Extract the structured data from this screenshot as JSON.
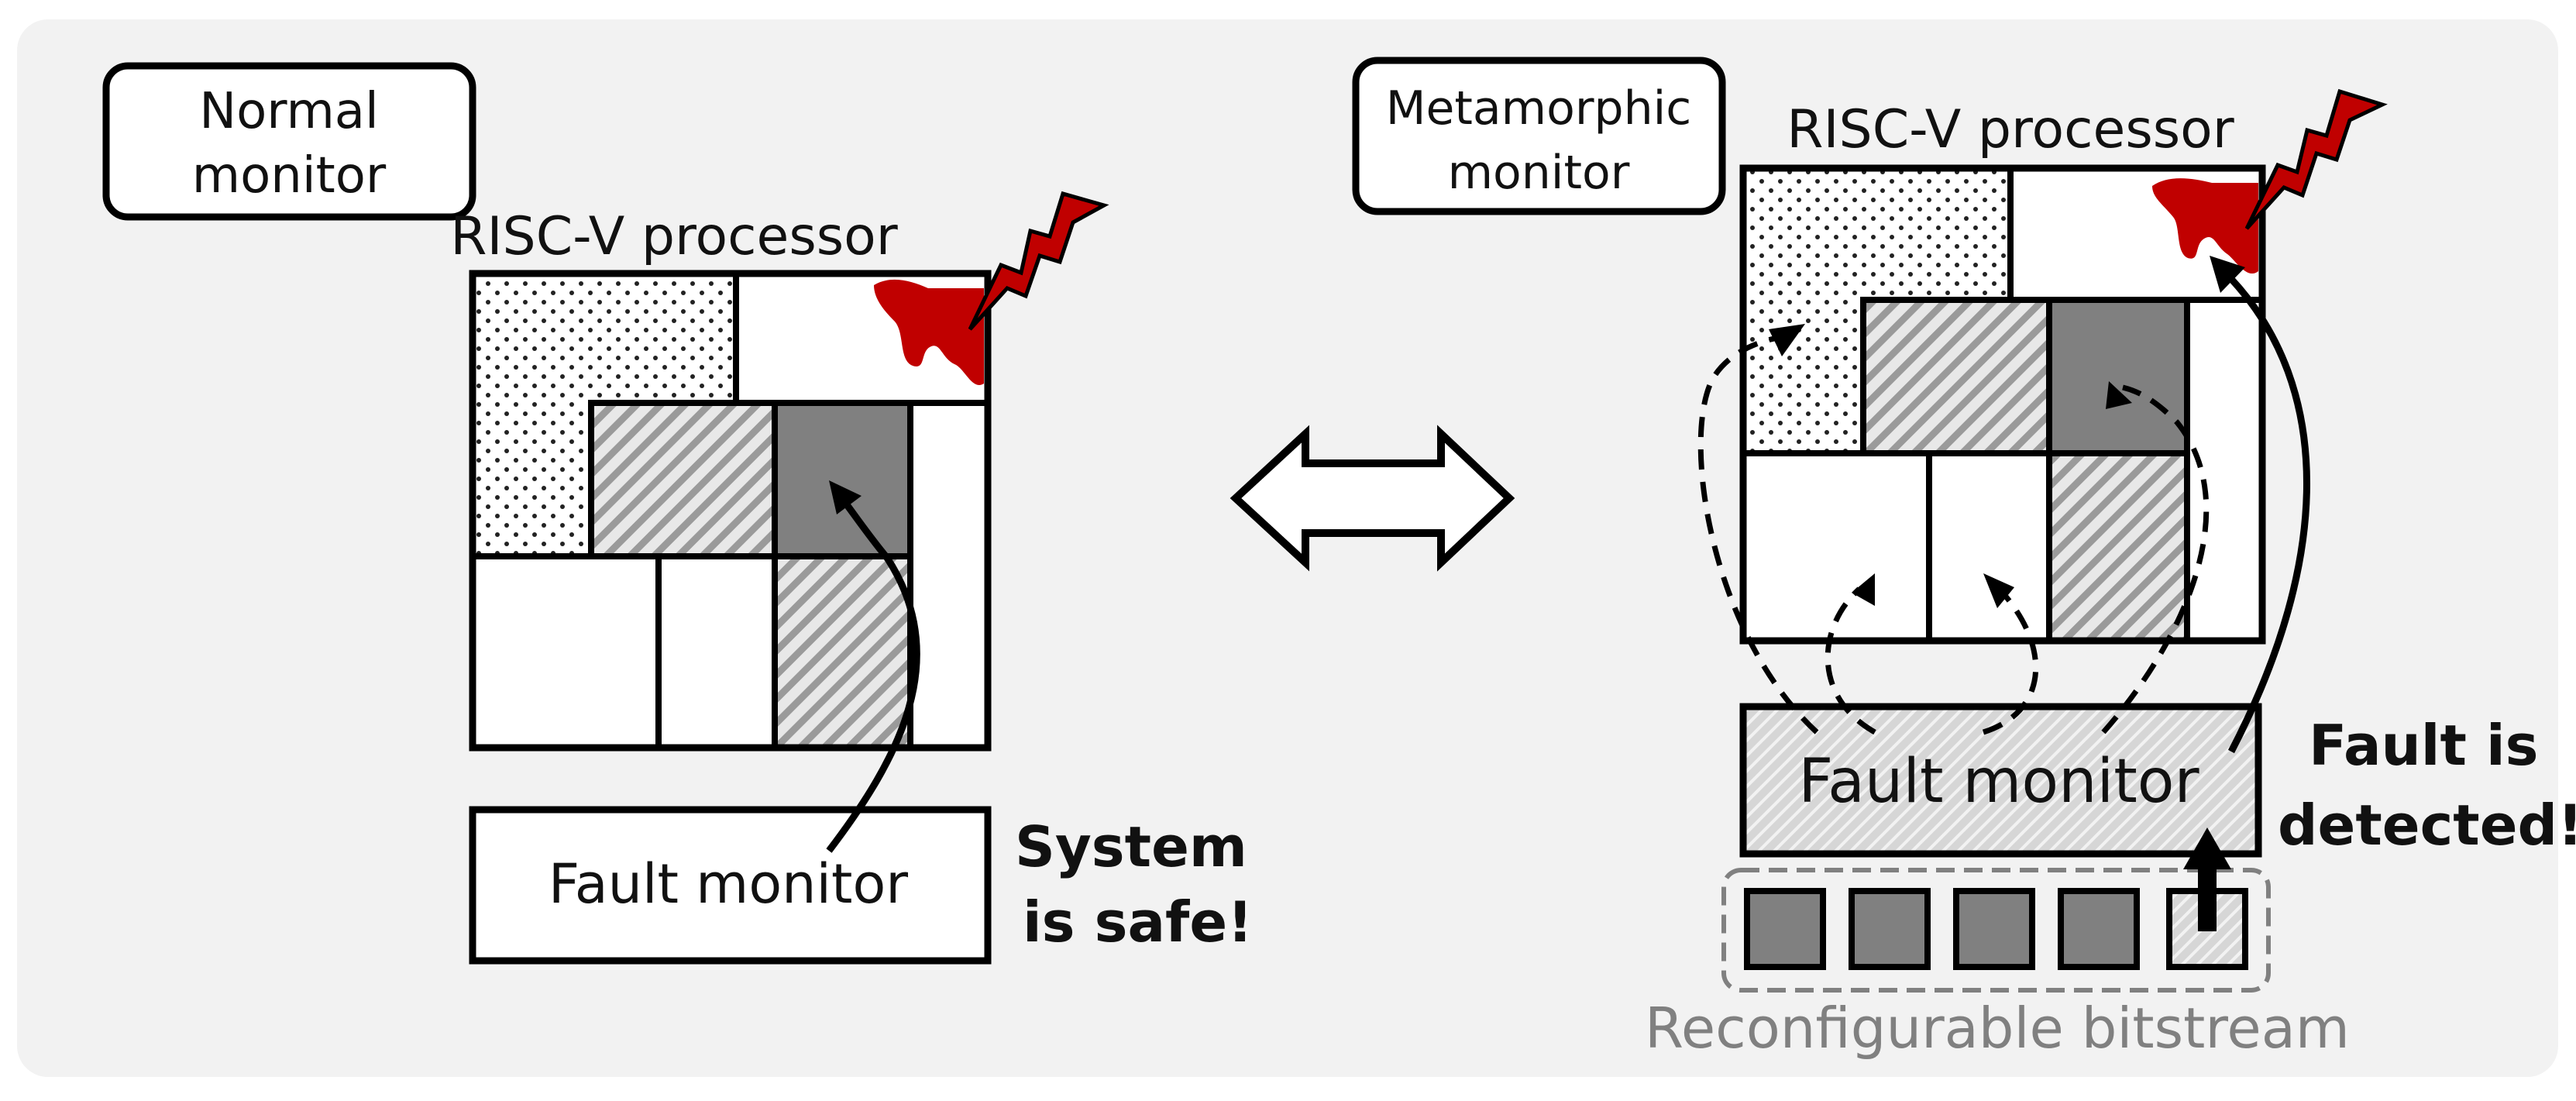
{
  "left_panel": {
    "mode_label_line1": "Normal",
    "mode_label_line2": "monitor",
    "processor_label": "RISC-V processor",
    "monitor_label": "Fault monitor",
    "status_line1": "System",
    "status_line2": "is safe!"
  },
  "right_panel": {
    "mode_label_line1": "Metamorphic",
    "mode_label_line2": "monitor",
    "processor_label": "RISC-V processor",
    "monitor_label": "Fault monitor",
    "status_line1": "Fault is",
    "status_line2": "detected!",
    "bitstream_label": "Reconfigurable bitstream"
  },
  "colors": {
    "background_panel": "#f2f2f2",
    "fault_red": "#c00000",
    "dark_block": "#808080",
    "outline": "#000000",
    "bitstream_label": "#808080"
  }
}
